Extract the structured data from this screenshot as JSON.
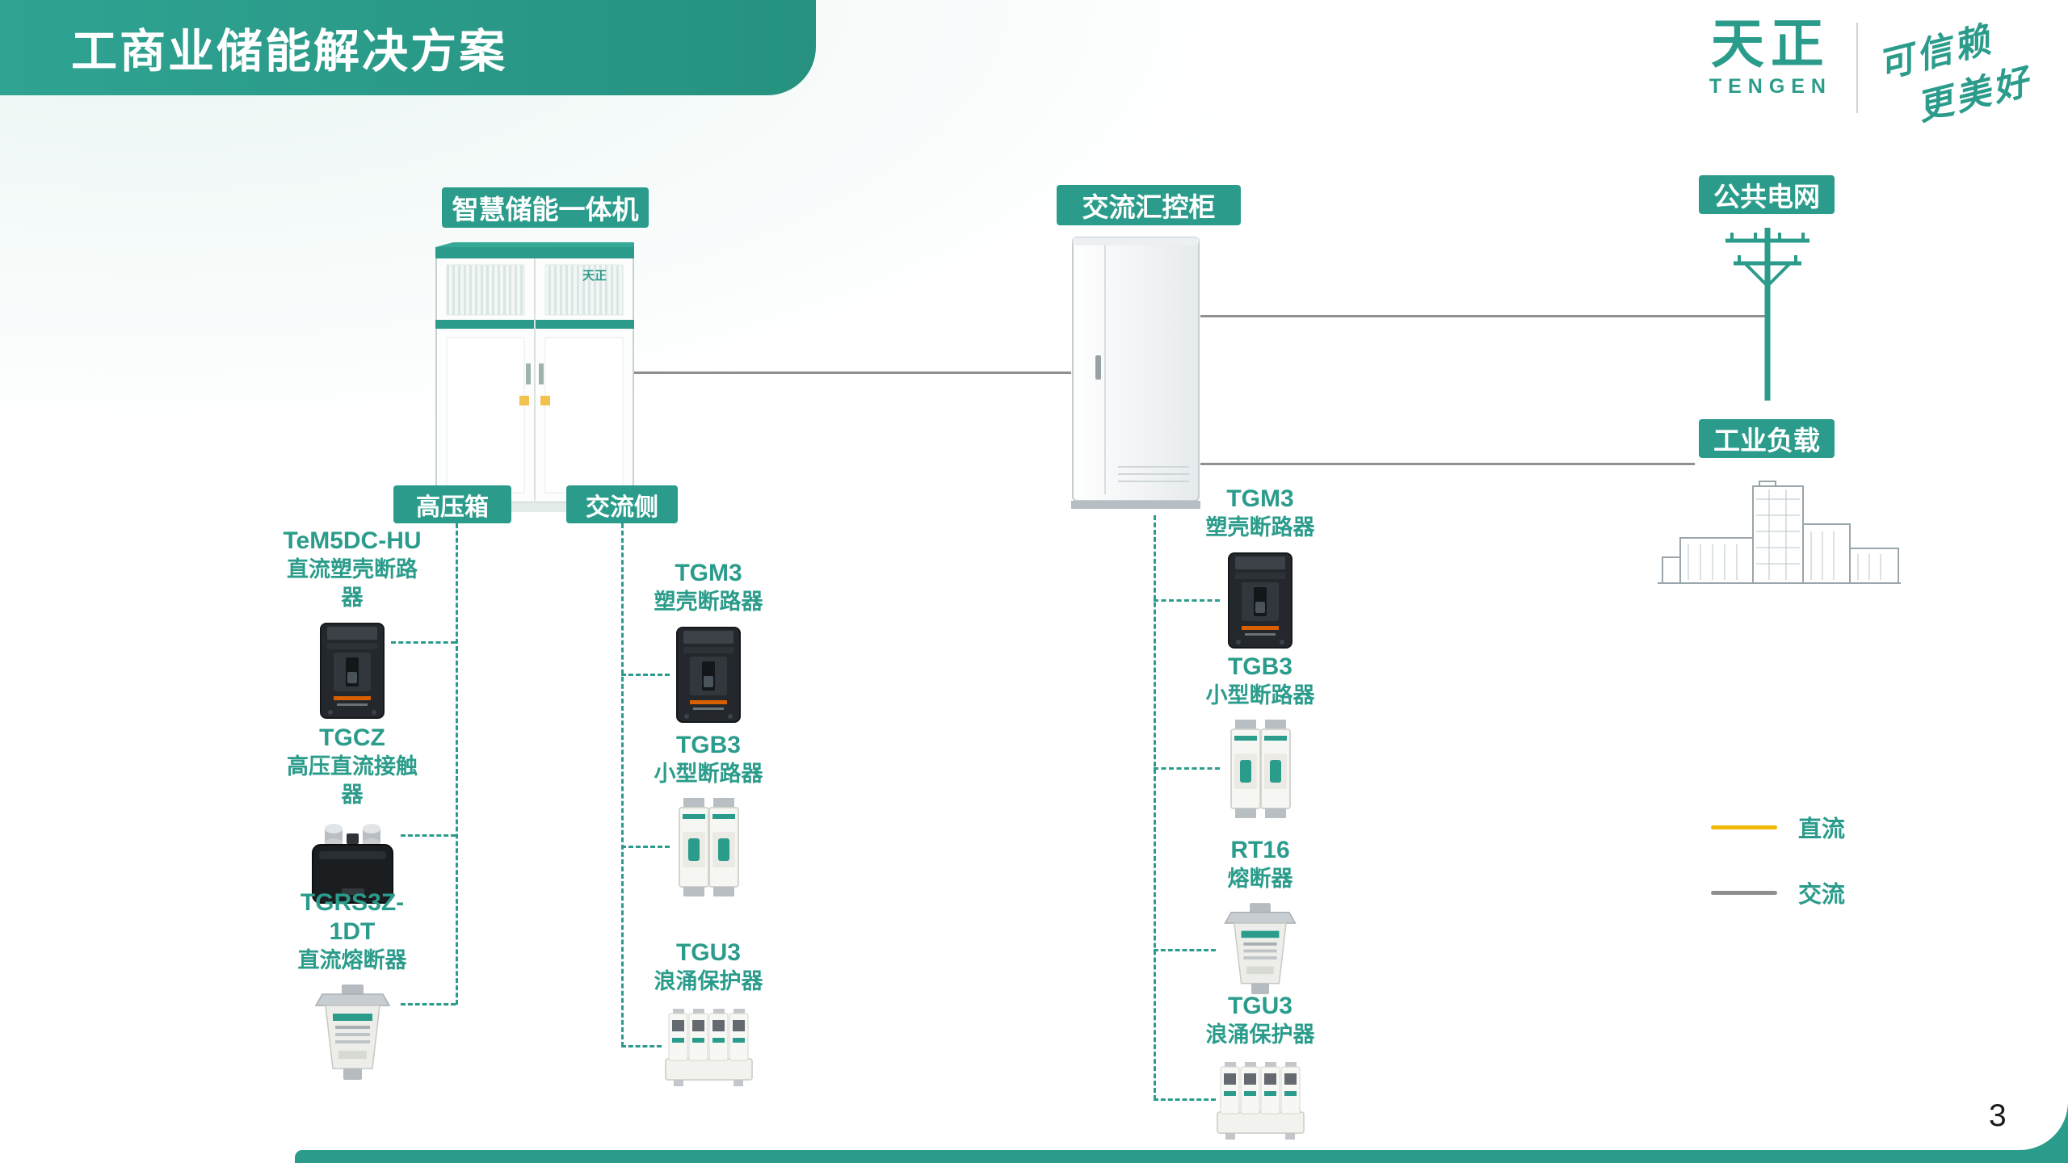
{
  "page": {
    "title": "工商业储能解决方案",
    "page_number": "3",
    "brand": {
      "logo_main": "天正",
      "logo_sub": "TENGEN",
      "slogan_line1": "可信赖",
      "slogan_line2": "更美好"
    },
    "colors": {
      "brand_green": "#2B9C8B",
      "dc_line": "#F2B705",
      "ac_line": "#8F8F8F"
    }
  },
  "diagram": {
    "storage_unit": {
      "label": "智慧储能一体机",
      "cabinet_logo": "天正",
      "hv_box_label": "高压箱",
      "ac_side_label": "交流侧",
      "hv_components": [
        {
          "name": "TeM5DC-HU",
          "desc": "直流塑壳断路器"
        },
        {
          "name": "TGCZ",
          "desc": "高压直流接触器"
        },
        {
          "name": "TGRS3Z-1DT",
          "desc": "直流熔断器"
        }
      ],
      "ac_components": [
        {
          "name": "TGM3",
          "desc": "塑壳断路器"
        },
        {
          "name": "TGB3",
          "desc": "小型断路器"
        },
        {
          "name": "TGU3",
          "desc": "浪涌保护器"
        }
      ]
    },
    "ac_cabinet": {
      "label": "交流汇控柜",
      "components": [
        {
          "name": "TGM3",
          "desc": "塑壳断路器"
        },
        {
          "name": "TGB3",
          "desc": "小型断路器"
        },
        {
          "name": "RT16",
          "desc": "熔断器"
        },
        {
          "name": "TGU3",
          "desc": "浪涌保护器"
        }
      ]
    },
    "grid_label": "公共电网",
    "load_label": "工业负载",
    "legend": [
      {
        "label": "直流",
        "color": "#F2B705"
      },
      {
        "label": "交流",
        "color": "#8F8F8F"
      }
    ]
  }
}
